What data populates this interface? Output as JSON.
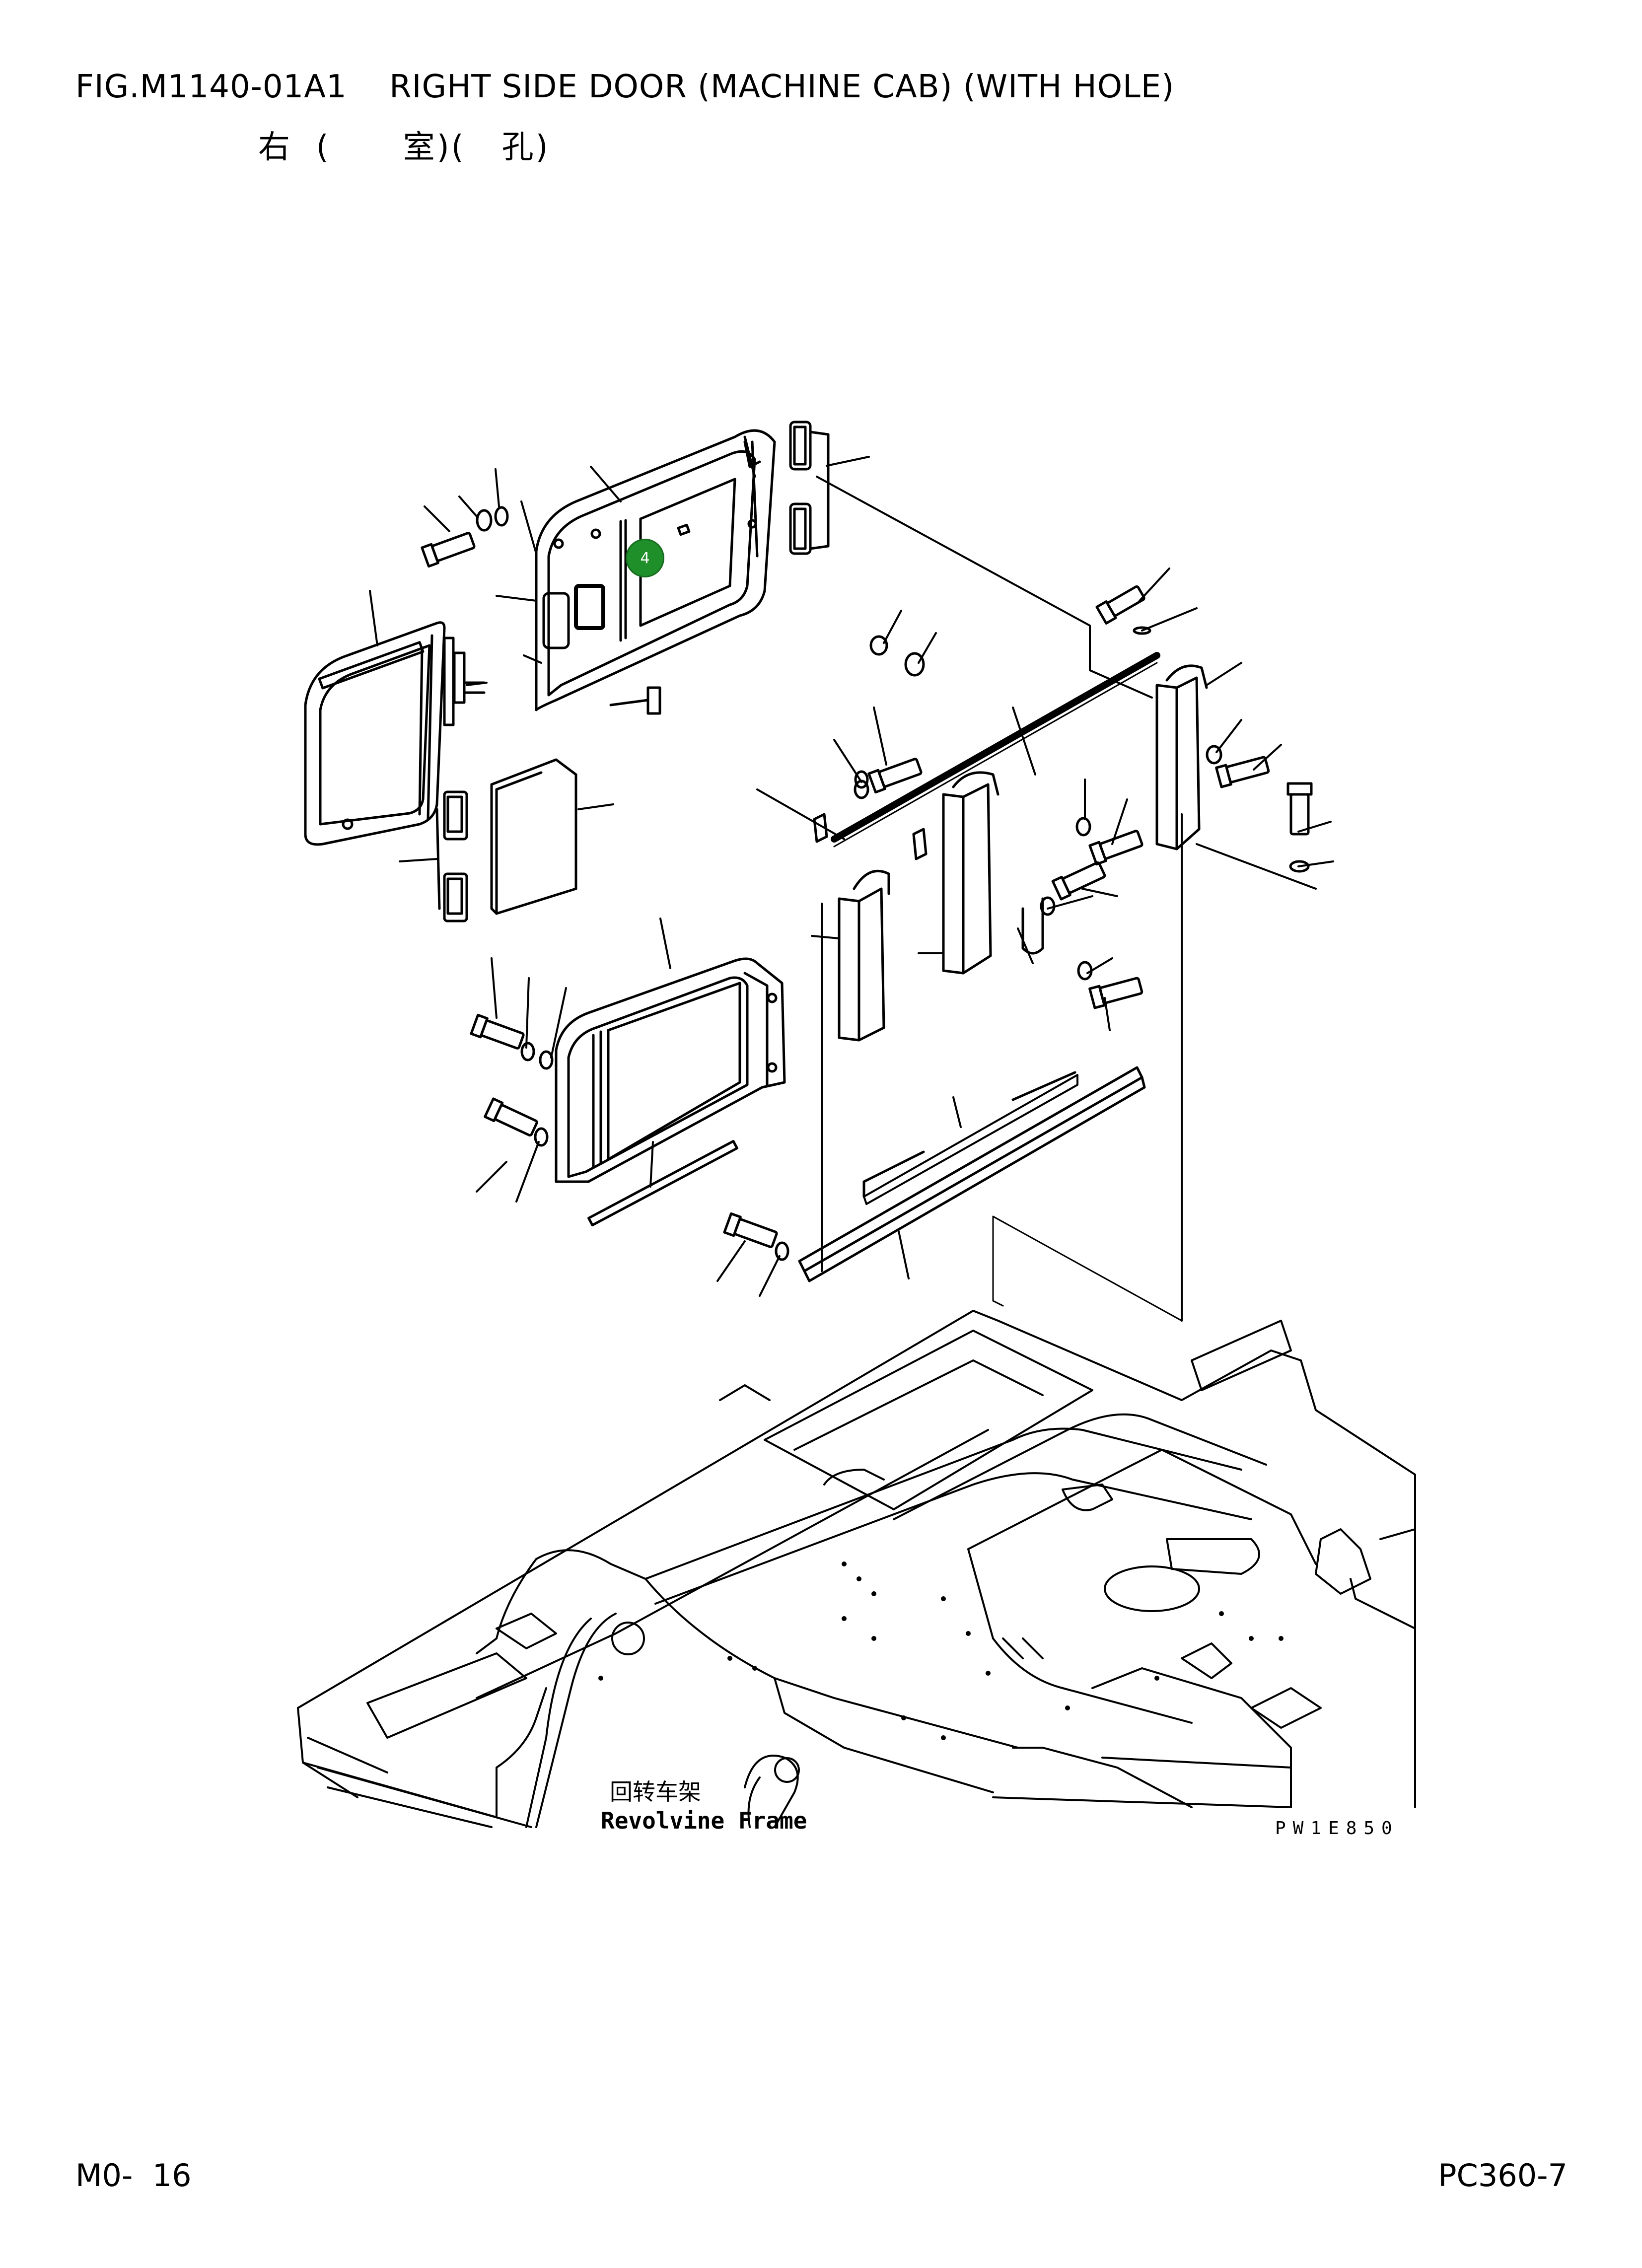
{
  "header": {
    "title_en": "FIG.M1140-01A1    RIGHT SIDE DOOR (MACHINE CAB) (WITH HOLE)",
    "title_cn": "右  (      室)(   孔)"
  },
  "diagram": {
    "callout_label": "4",
    "frame_label_cn": "回转车架",
    "frame_label_en": "Revolvine Frame",
    "drawing_code": "PW1E850"
  },
  "footer": {
    "page_id": "M0-  16",
    "model": "PC360-7"
  },
  "colors": {
    "callout_fill": "#1f8f2a",
    "line": "#000000"
  }
}
